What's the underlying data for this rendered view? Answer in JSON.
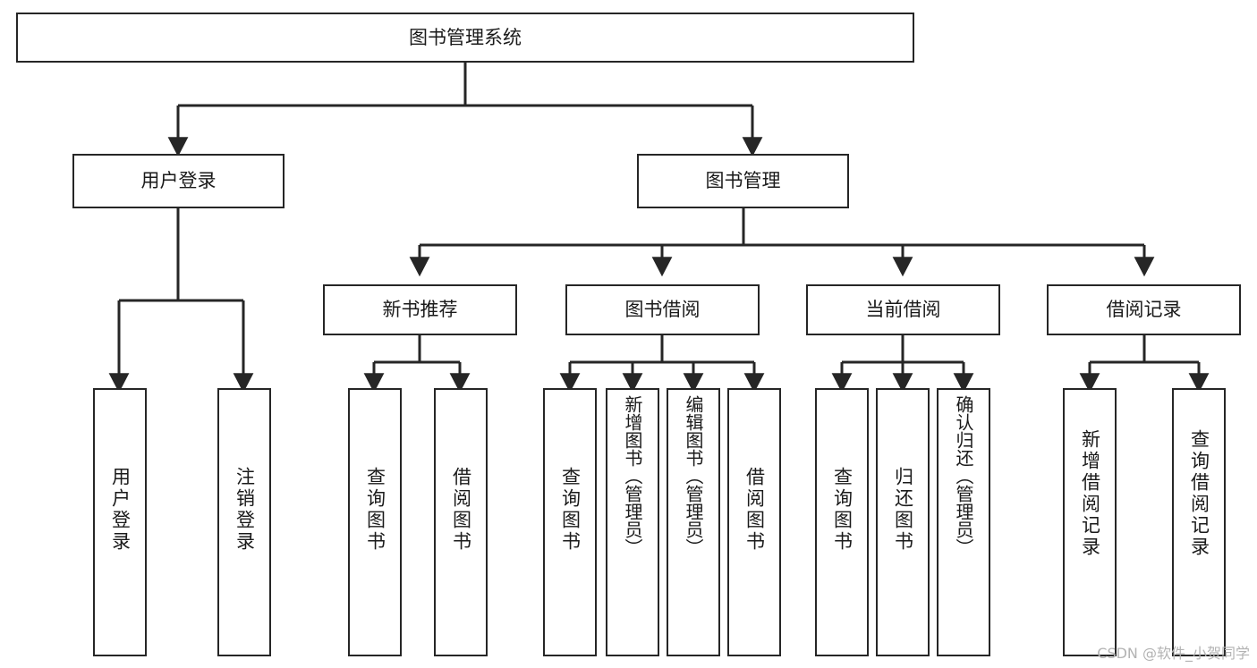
{
  "diagram": {
    "type": "tree-hierarchy",
    "title": "图书管理系统",
    "watermark": "CSDN @软件_小贺同学",
    "colors": {
      "stroke": "#262626",
      "box_fill": "#ffffff",
      "text": "#1a1a1a",
      "watermark": "#b3b3b3",
      "background": "#ffffff"
    },
    "nodes": {
      "root": {
        "label": "图书管理系统"
      },
      "level2": [
        {
          "label": "用户登录"
        },
        {
          "label": "图书管理"
        }
      ],
      "level3": [
        {
          "label": "新书推荐"
        },
        {
          "label": "图书借阅"
        },
        {
          "label": "当前借阅"
        },
        {
          "label": "借阅记录"
        }
      ],
      "leaves_user_login": [
        {
          "label": "用户登录"
        },
        {
          "label": "注销登录"
        }
      ],
      "leaves_new_books": [
        {
          "label": "查询图书"
        },
        {
          "label": "借阅图书"
        }
      ],
      "leaves_borrow": [
        {
          "label": "查询图书"
        },
        {
          "label": "新增图书（管理员）"
        },
        {
          "label": "编辑图书（管理员）"
        },
        {
          "label": "借阅图书"
        }
      ],
      "leaves_current": [
        {
          "label": "查询图书"
        },
        {
          "label": "归还图书"
        },
        {
          "label": "确认归还（管理员）"
        }
      ],
      "leaves_records": [
        {
          "label": "新增借阅记录"
        },
        {
          "label": "查询借阅记录"
        }
      ]
    }
  }
}
